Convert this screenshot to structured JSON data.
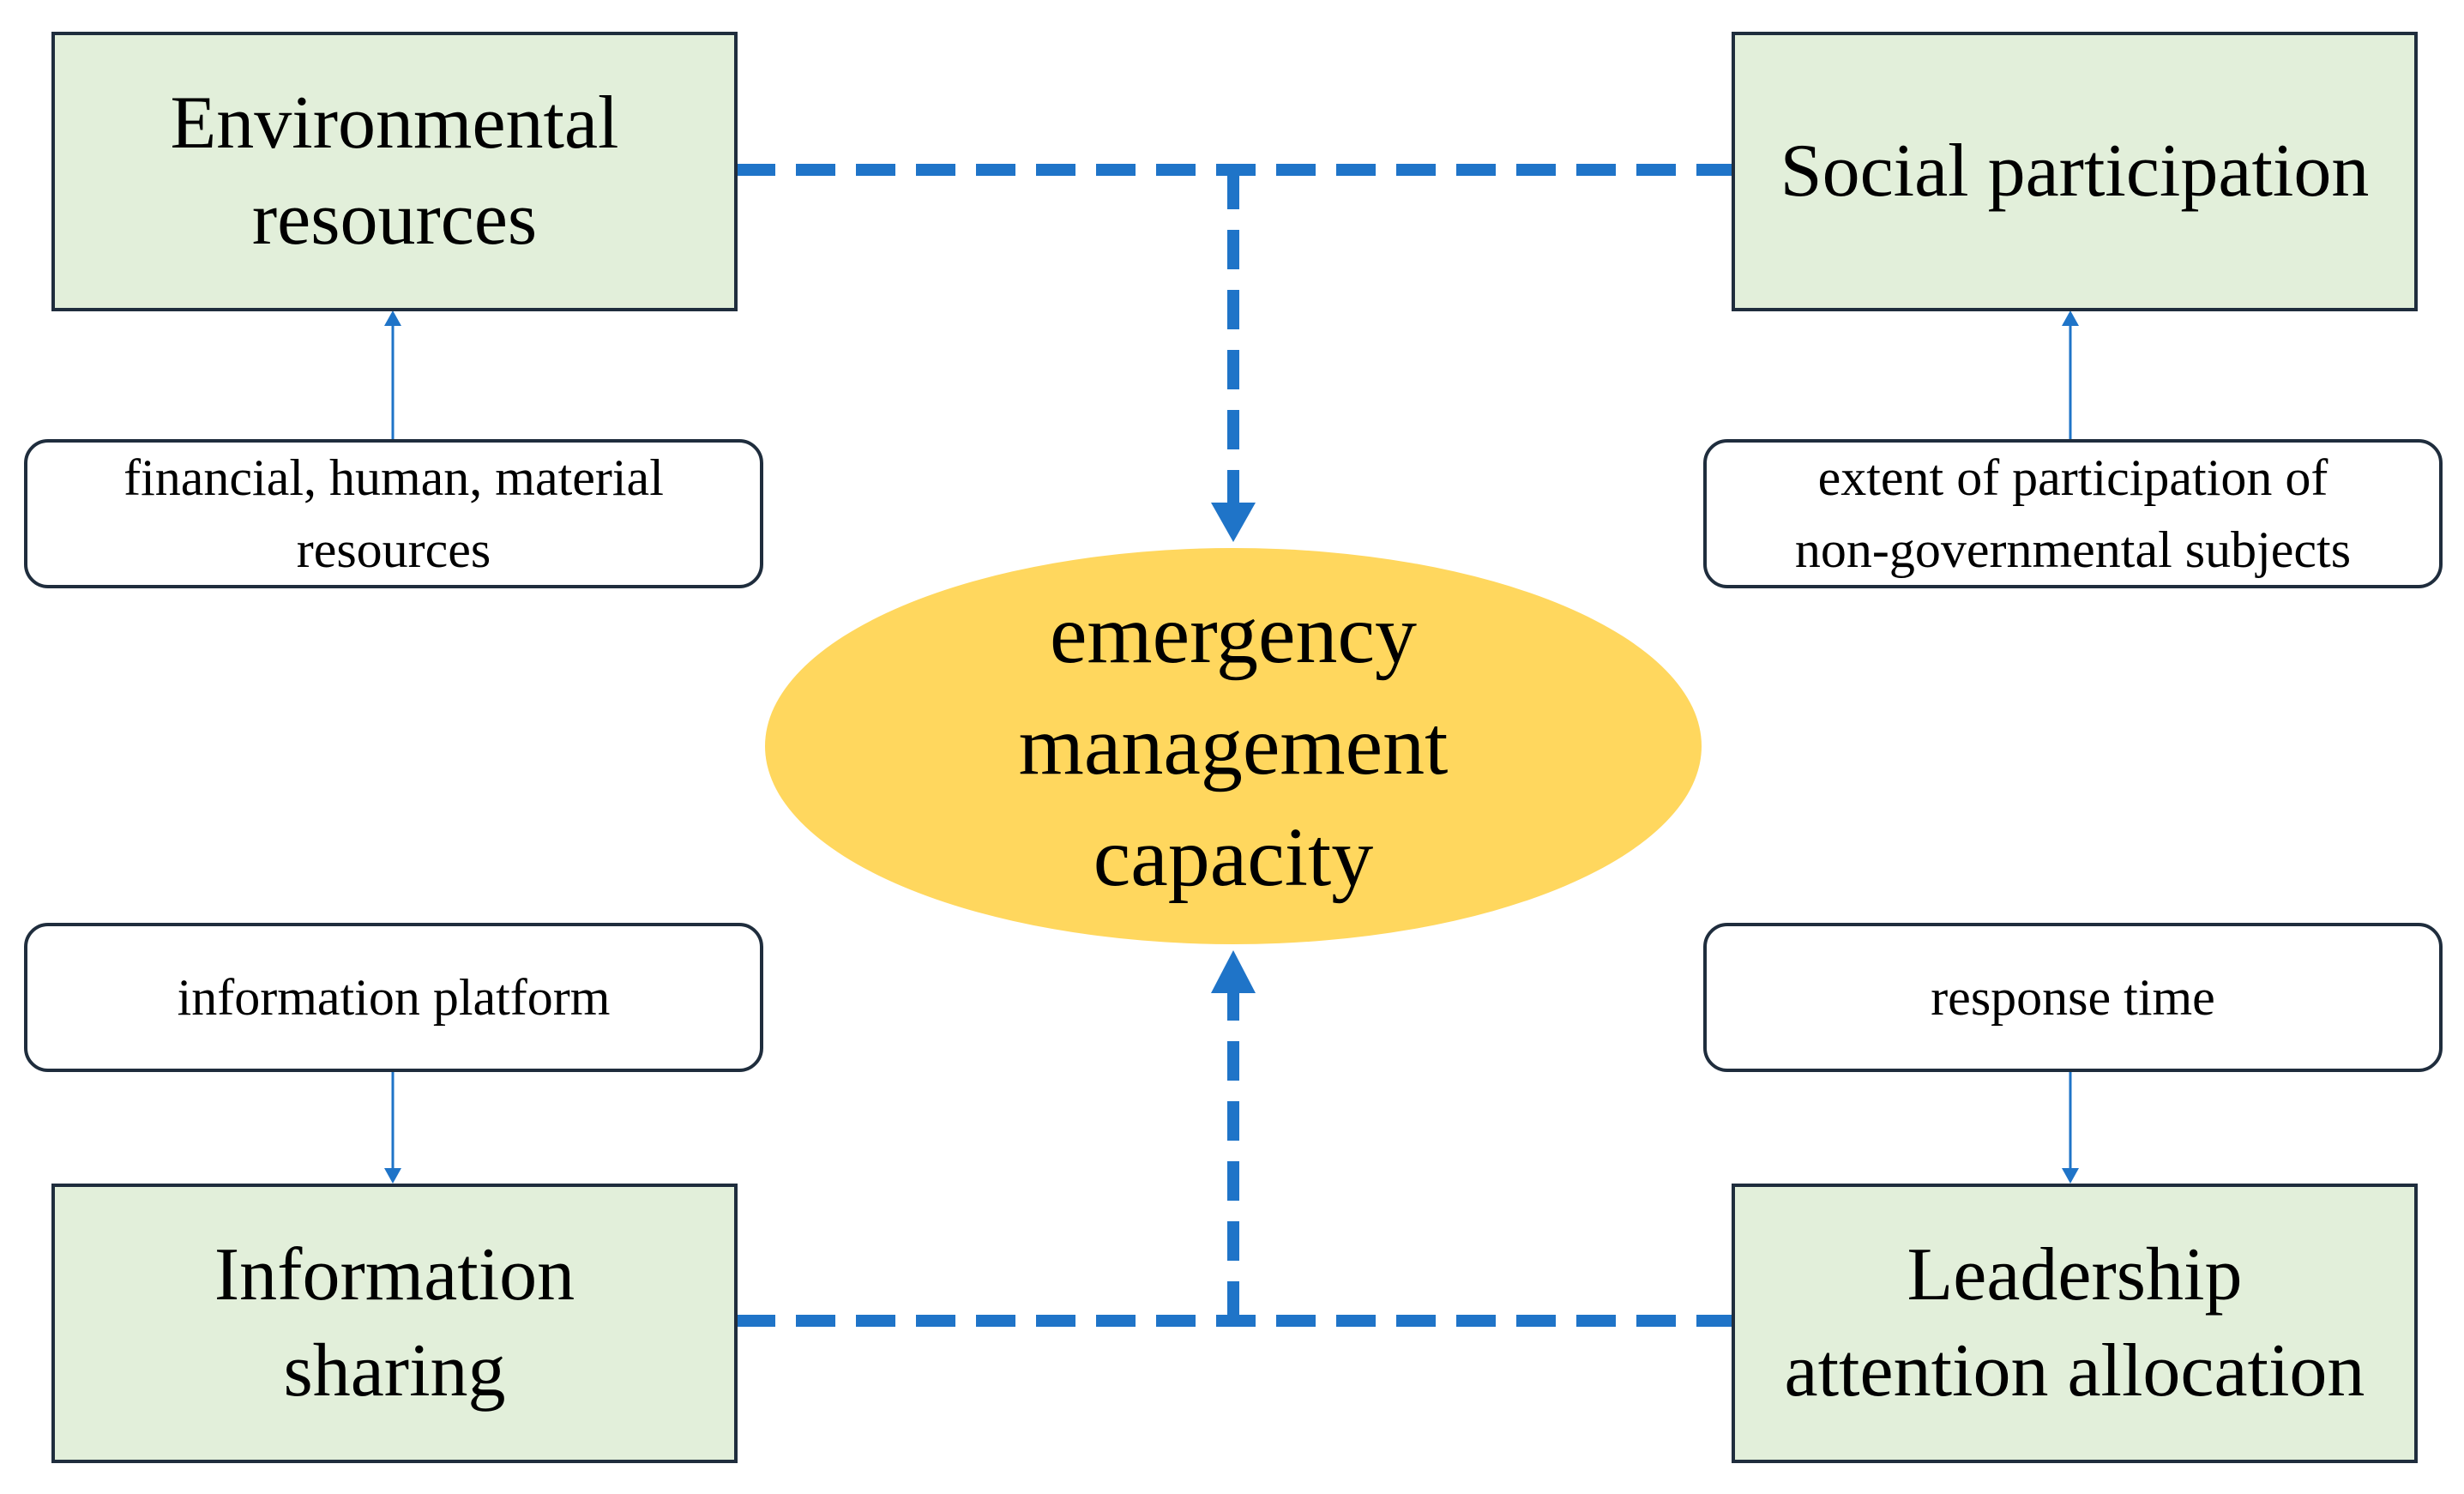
{
  "diagram": {
    "center": {
      "lines": [
        "emergency",
        "management",
        "capacity"
      ],
      "color": "#ffd75e"
    },
    "factors": {
      "environmental": {
        "lines": [
          "Environmental",
          "resources"
        ]
      },
      "social": {
        "lines": [
          "Social participation"
        ]
      },
      "information": {
        "lines": [
          "Information",
          "sharing"
        ]
      },
      "leadership": {
        "lines": [
          "Leadership",
          "attention allocation"
        ]
      }
    },
    "indicators": {
      "environmental": {
        "lines": [
          "financial, human, material",
          "resources"
        ]
      },
      "social": {
        "lines": [
          "extent of participation of",
          "non-governmental subjects"
        ]
      },
      "information": {
        "lines": [
          "information platform"
        ]
      },
      "leadership": {
        "lines": [
          "response time"
        ]
      }
    },
    "colors": {
      "factor_fill": "#e2efda",
      "border": "#1f2d3d",
      "connector": "#1f74c8"
    }
  }
}
